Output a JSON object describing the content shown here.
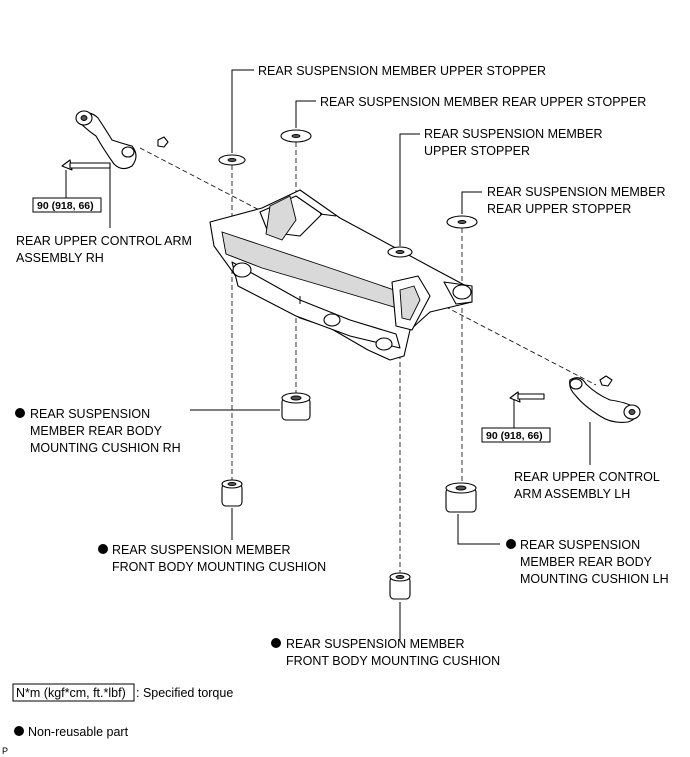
{
  "labels": {
    "upper_stopper_top": "REAR SUSPENSION MEMBER UPPER STOPPER",
    "rear_upper_stopper_top": "REAR SUSPENSION MEMBER REAR UPPER STOPPER",
    "upper_stopper_mid_1": "REAR SUSPENSION MEMBER",
    "upper_stopper_mid_2": "UPPER STOPPER",
    "rear_upper_stopper_right_1": "REAR SUSPENSION MEMBER",
    "rear_upper_stopper_right_2": "REAR UPPER STOPPER",
    "arm_rh_1": "REAR UPPER CONTROL ARM",
    "arm_rh_2": "ASSEMBLY RH",
    "arm_lh_1": "REAR UPPER CONTROL",
    "arm_lh_2": "ARM ASSEMBLY LH",
    "cushion_rear_rh_1": "REAR SUSPENSION",
    "cushion_rear_rh_2": "MEMBER REAR BODY",
    "cushion_rear_rh_3": "MOUNTING CUSHION RH",
    "cushion_rear_lh_1": "REAR SUSPENSION",
    "cushion_rear_lh_2": "MEMBER REAR BODY",
    "cushion_rear_lh_3": "MOUNTING CUSHION LH",
    "cushion_front_left_1": "REAR SUSPENSION MEMBER",
    "cushion_front_left_2": "FRONT BODY MOUNTING CUSHION",
    "cushion_front_center_1": "REAR SUSPENSION MEMBER",
    "cushion_front_center_2": "FRONT BODY MOUNTING CUSHION"
  },
  "torque": {
    "left": "90 (918, 66)",
    "right": "90 (918, 66)"
  },
  "legend": {
    "torque_unit": "N*m (kgf*cm, ft.*lbf)",
    "torque_desc": ": Specified torque",
    "nonreusable_desc": "Non-reusable part"
  },
  "corner_mark": "P"
}
